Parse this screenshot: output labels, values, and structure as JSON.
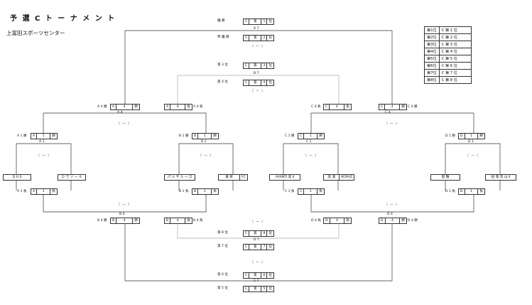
{
  "header": {
    "title": "予 選 C ト ー ナ メ ン ト",
    "venue": "上富田スポーツセンター"
  },
  "ranking": [
    {
      "place": "第1位",
      "value": "C 第 1 位"
    },
    {
      "place": "第2位",
      "value": "C 第 2 位"
    },
    {
      "place": "第3位",
      "value": "C 第 3 位"
    },
    {
      "place": "第4位",
      "value": "C 第 4 位"
    },
    {
      "place": "第5位",
      "value": "C 第 5 位"
    },
    {
      "place": "第6位",
      "value": "C 第 6 位"
    },
    {
      "place": "第7位",
      "value": "C 第 7 位"
    },
    {
      "place": "第8位",
      "value": "C 第 8 位"
    }
  ],
  "place_rows": {
    "p1": {
      "label": "優    勝",
      "box": [
        "C",
        "第",
        "1",
        "位"
      ],
      "code": "A 7"
    },
    "p2": {
      "label": "準 優 勝",
      "box": [
        "C",
        "第",
        "2",
        "位"
      ]
    },
    "p3": {
      "label": "第  3  位",
      "box": [
        "C",
        "第",
        "3",
        "位"
      ],
      "code": "B 7"
    },
    "p4": {
      "label": "第  4  位",
      "box": [
        "C",
        "第",
        "4",
        "位"
      ]
    },
    "p8": {
      "label": "第  8  位",
      "box": [
        "C",
        "第",
        "8",
        "位"
      ],
      "code": "D 7"
    },
    "p7": {
      "label": "第  7  位",
      "box": [
        "C",
        "第",
        "7",
        "位"
      ]
    },
    "p6": {
      "label": "第  6  位",
      "box": [
        "C",
        "第",
        "6",
        "位"
      ],
      "code": "C 7"
    },
    "p5": {
      "label": "第  5  位",
      "box": [
        "C",
        "第",
        "5",
        "位"
      ]
    }
  },
  "pair_mark": "（   ―   ）",
  "round2": {
    "a4w": {
      "label": "A 4 勝",
      "box": [
        "A",
        "4",
        "勝"
      ]
    },
    "a4l": {
      "label": "A 4 負",
      "box": [
        "A",
        "4",
        "負"
      ]
    },
    "c4l": {
      "label": "C 4 負",
      "box": [
        "C",
        "4",
        "負"
      ]
    },
    "c4w": {
      "label": "C 4 勝",
      "box": [
        "C",
        "4",
        "勝"
      ]
    },
    "b4w": {
      "label": "B 4 勝",
      "box": [
        "B",
        "4",
        "勝"
      ]
    },
    "b4l": {
      "label": "B 4 負",
      "box": [
        "B",
        "4",
        "負"
      ]
    },
    "d4l": {
      "label": "D 4 負",
      "box": [
        "D",
        "4",
        "負"
      ]
    },
    "d4w": {
      "label": "D 4 勝",
      "box": [
        "D",
        "4",
        "勝"
      ]
    },
    "code_a4": "A 4",
    "code_c4": "C 4",
    "code_b4": "B 4",
    "code_d4": "D 4"
  },
  "round1": {
    "a1w": {
      "label": "A 1 勝",
      "box": [
        "A",
        "1",
        "勝"
      ]
    },
    "b1w": {
      "label": "B 1 勝",
      "box": [
        "B",
        "1",
        "勝"
      ]
    },
    "c1w": {
      "label": "C 1 勝",
      "box": [
        "C",
        "1",
        "勝"
      ]
    },
    "d1w": {
      "label": "D 1 勝",
      "box": [
        "D",
        "1",
        "勝"
      ]
    },
    "a1l": {
      "label": "A 1 負",
      "box": [
        "A",
        "1",
        "負"
      ]
    },
    "b1l": {
      "label": "B 1 負",
      "box": [
        "B",
        "1",
        "負"
      ]
    },
    "c1l": {
      "label": "C 1 負",
      "box": [
        "C",
        "1",
        "負"
      ]
    },
    "d1l": {
      "label": "D 1 負",
      "box": [
        "D",
        "1",
        "負"
      ]
    },
    "code_a1": "A 1",
    "code_b1": "B 1",
    "code_c1": "C 1",
    "code_d1": "D 1"
  },
  "teams": [
    {
      "name": "D   U   S",
      "left": "",
      "right": ""
    },
    {
      "name": "ひ ラ ソ ー ル",
      "left": "",
      "right": ""
    },
    {
      "name": "パ ル サ ル ー ロ",
      "left": "",
      "right": ""
    },
    {
      "name": "嘉     栄",
      "left": "",
      "right": "FC"
    },
    {
      "name": "AVANTI   高 Ⅱ",
      "left": "",
      "right": ""
    },
    {
      "name": "高     浦",
      "left": "",
      "right": "KORAZ"
    },
    {
      "name": "田     鶴",
      "left": "",
      "right": ""
    },
    {
      "name": "紀 南 卒 山 Ⅱ",
      "left": "",
      "right": ""
    }
  ]
}
